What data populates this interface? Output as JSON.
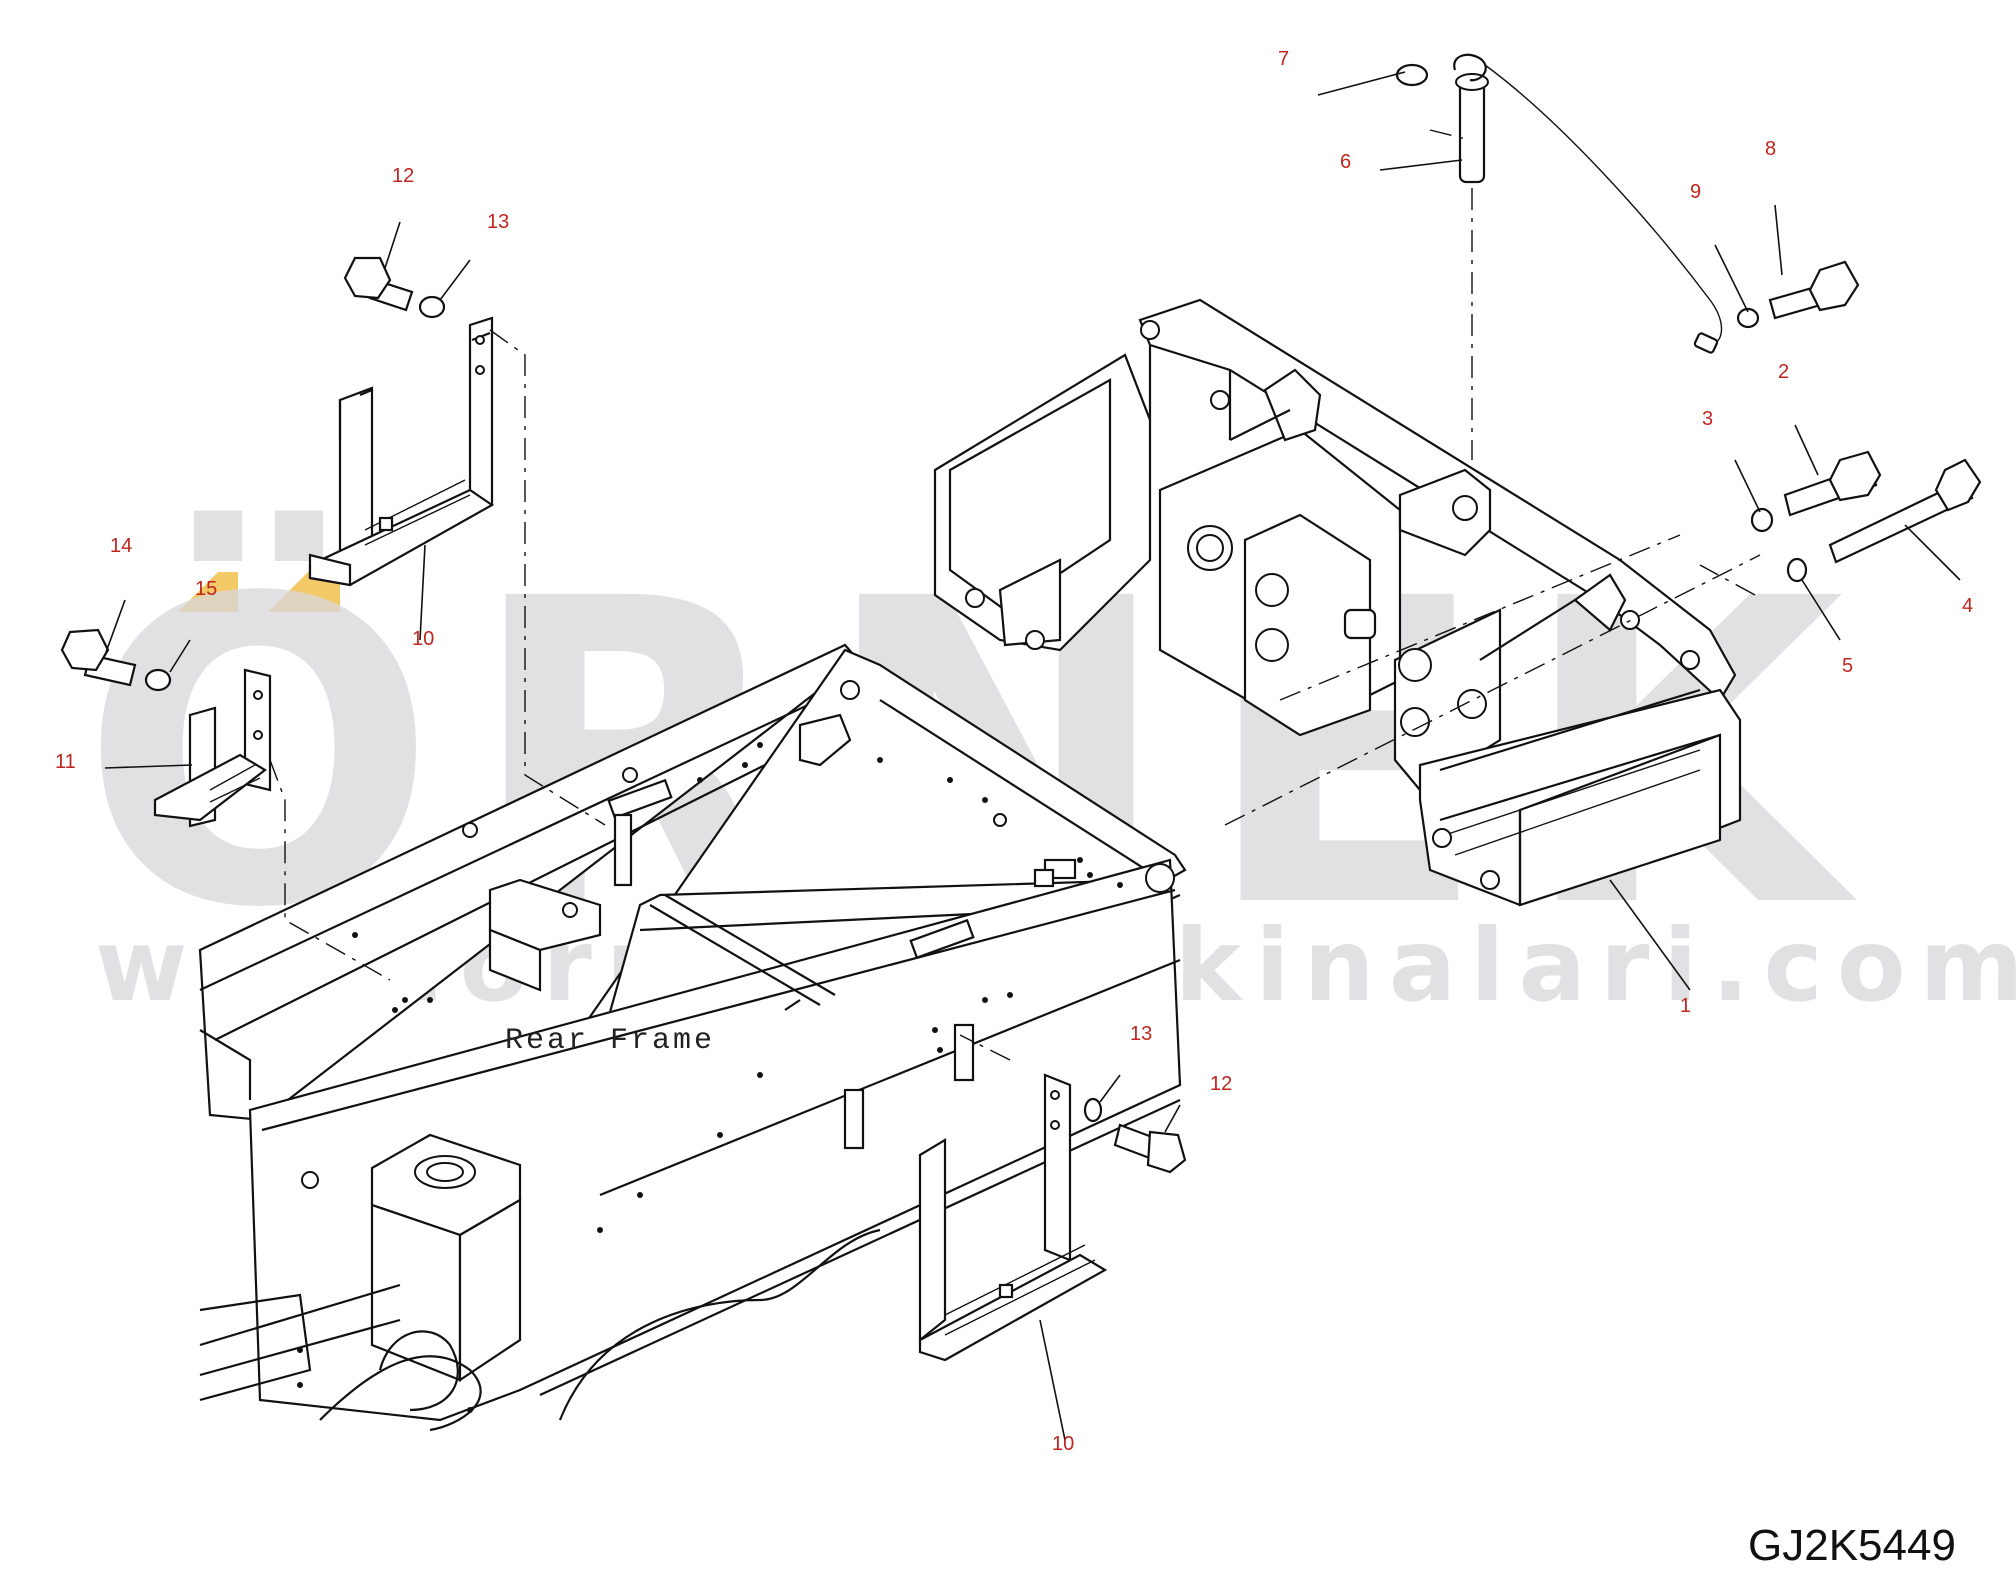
{
  "watermark": {
    "brand": "ÖRNEK",
    "url": "www.ornekismakinalari.com.tr",
    "accent_color": "#f2c14e"
  },
  "caption": "Rear Frame",
  "drawing_code": "GJ2K5449",
  "callouts": {
    "c1": "1",
    "c2": "2",
    "c3": "3",
    "c4": "4",
    "c5": "5",
    "c6": "6",
    "c7": "7",
    "c8": "8",
    "c9": "9",
    "c10a": "10",
    "c10b": "10",
    "c11": "11",
    "c12a": "12",
    "c12b": "12",
    "c13a": "13",
    "c13b": "13",
    "c14": "14",
    "c15": "15"
  },
  "colors": {
    "callout": "#c0261e",
    "line": "#111111",
    "watermark": "#d8d8dc"
  }
}
